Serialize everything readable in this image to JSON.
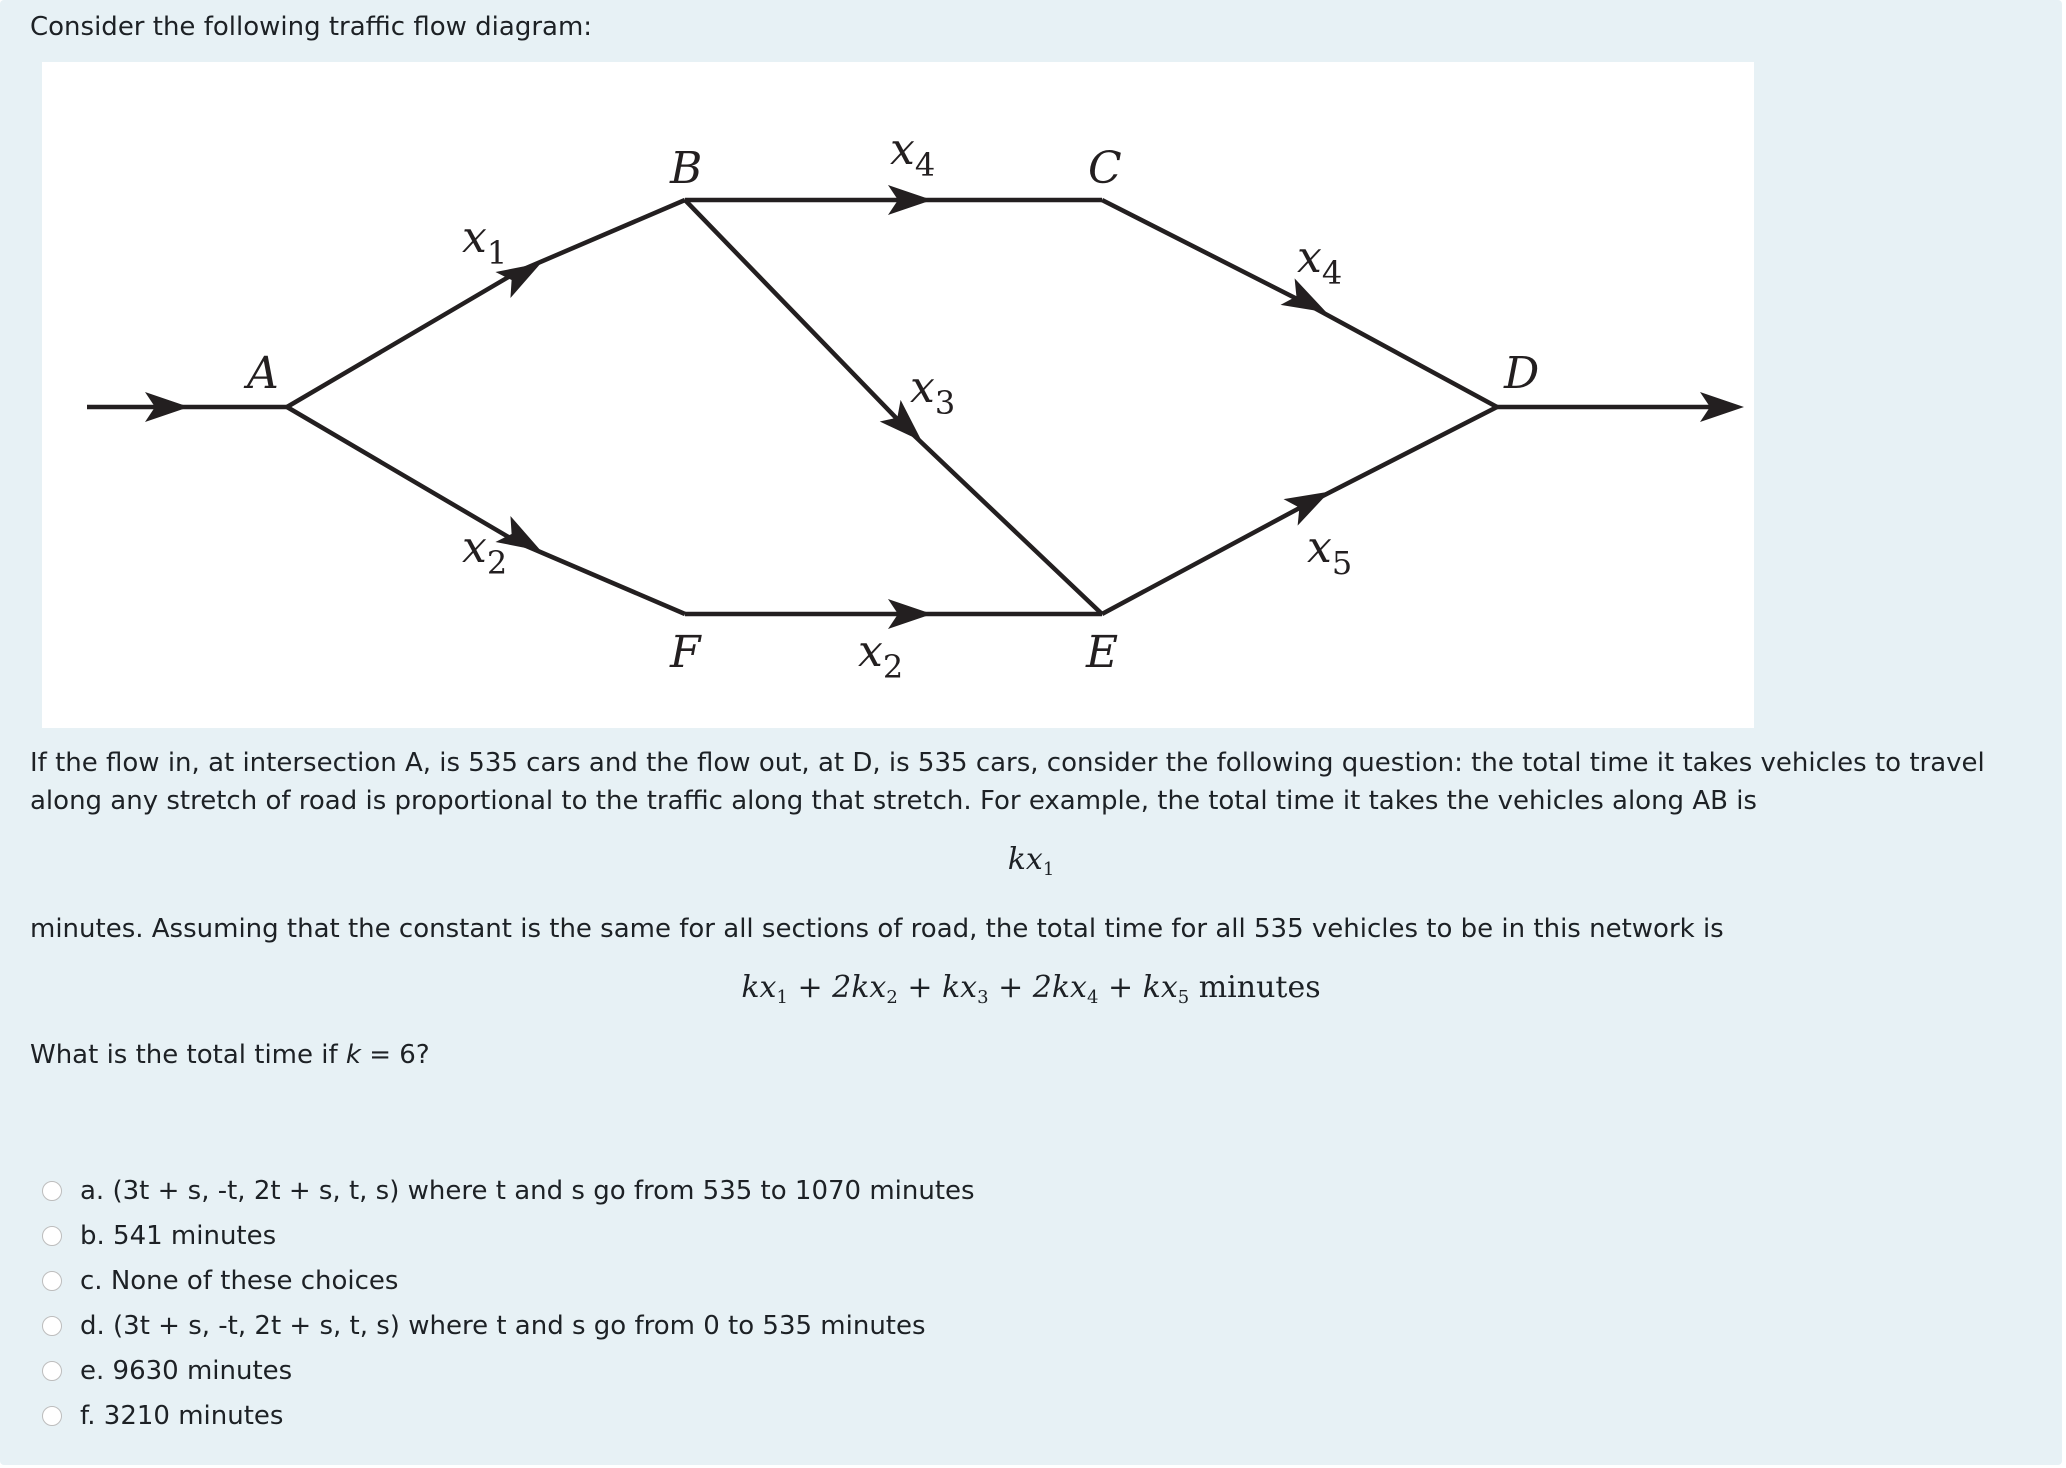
{
  "intro": "Consider the following traffic flow diagram:",
  "diagram": {
    "nodes": {
      "A": "A",
      "B": "B",
      "C": "C",
      "D": "D",
      "E": "E",
      "F": "F"
    },
    "edges": {
      "AB": {
        "var": "x",
        "sub": "1"
      },
      "AF": {
        "var": "x",
        "sub": "2"
      },
      "BC": {
        "var": "x",
        "sub": "4"
      },
      "BE": {
        "var": "x",
        "sub": "3"
      },
      "CD": {
        "var": "x",
        "sub": "4"
      },
      "ED": {
        "var": "x",
        "sub": "5"
      },
      "FE": {
        "var": "x",
        "sub": "2"
      }
    }
  },
  "paragraph1": "If the flow in, at intersection A, is 535 cars and the flow out, at D, is 535 cars, consider the following question: the total time it takes vehicles to travel along any stretch of road is proportional to the traffic along that stretch. For example, the total time it takes the vehicles along AB is",
  "equation1": {
    "k": "k",
    "x": "x",
    "sub": "1"
  },
  "paragraph2": "minutes. Assuming that the constant is the same for all sections of road, the total time for all 535 vehicles to be in this network is",
  "equation2": {
    "t1": "kx",
    "s1": "1",
    "op1": " + ",
    "t2": "2kx",
    "s2": "2",
    "op2": " + ",
    "t3": "kx",
    "s3": "3",
    "op3": " + ",
    "t4": "2kx",
    "s4": "4",
    "op4": " + ",
    "t5": "kx",
    "s5": "5",
    "tail": " minutes"
  },
  "question": {
    "before": "What is the total time if ",
    "var": "k",
    "after": " = 6?"
  },
  "options": [
    "a. (3t + s, -t, 2t + s, t, s) where t and s go from 535 to 1070 minutes",
    "b. 541 minutes",
    "c. None of these choices",
    "d. (3t + s, -t, 2t + s, t, s) where t and s go from 0 to 535 minutes",
    "e. 9630 minutes",
    "f. 3210 minutes"
  ]
}
